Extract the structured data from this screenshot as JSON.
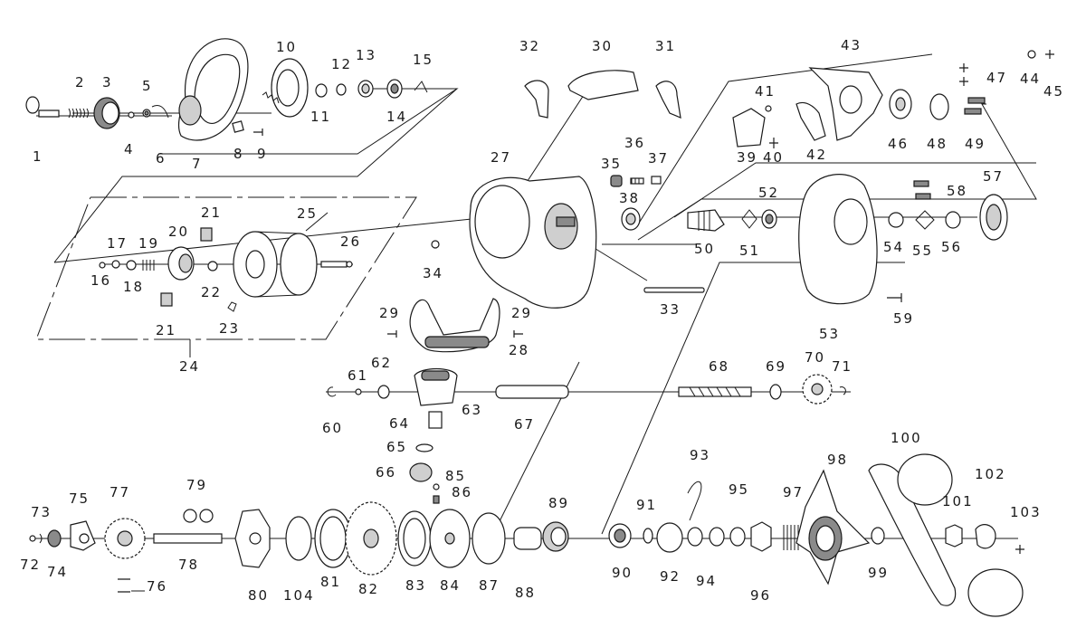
{
  "diagram": {
    "type": "exploded-parts-diagram",
    "line_color": "#1a1a1a",
    "background": "#ffffff",
    "labels": [
      "1",
      "2",
      "3",
      "4",
      "5",
      "6",
      "7",
      "8",
      "9",
      "10",
      "11",
      "12",
      "13",
      "14",
      "15",
      "16",
      "17",
      "18",
      "19",
      "20",
      "21",
      "21",
      "22",
      "23",
      "24",
      "25",
      "26",
      "27",
      "28",
      "29",
      "29",
      "30",
      "31",
      "32",
      "33",
      "34",
      "35",
      "36",
      "37",
      "38",
      "39",
      "40",
      "41",
      "42",
      "43",
      "44",
      "45",
      "46",
      "47",
      "48",
      "49",
      "50",
      "51",
      "52",
      "53",
      "54",
      "55",
      "56",
      "57",
      "58",
      "59",
      "60",
      "61",
      "62",
      "63",
      "64",
      "65",
      "66",
      "67",
      "68",
      "69",
      "70",
      "71",
      "72",
      "73",
      "74",
      "75",
      "76",
      "77",
      "78",
      "79",
      "80",
      "81",
      "82",
      "83",
      "84",
      "85",
      "86",
      "87",
      "88",
      "89",
      "90",
      "91",
      "92",
      "93",
      "94",
      "95",
      "96",
      "97",
      "98",
      "99",
      "100",
      "101",
      "102",
      "103",
      "104"
    ]
  }
}
